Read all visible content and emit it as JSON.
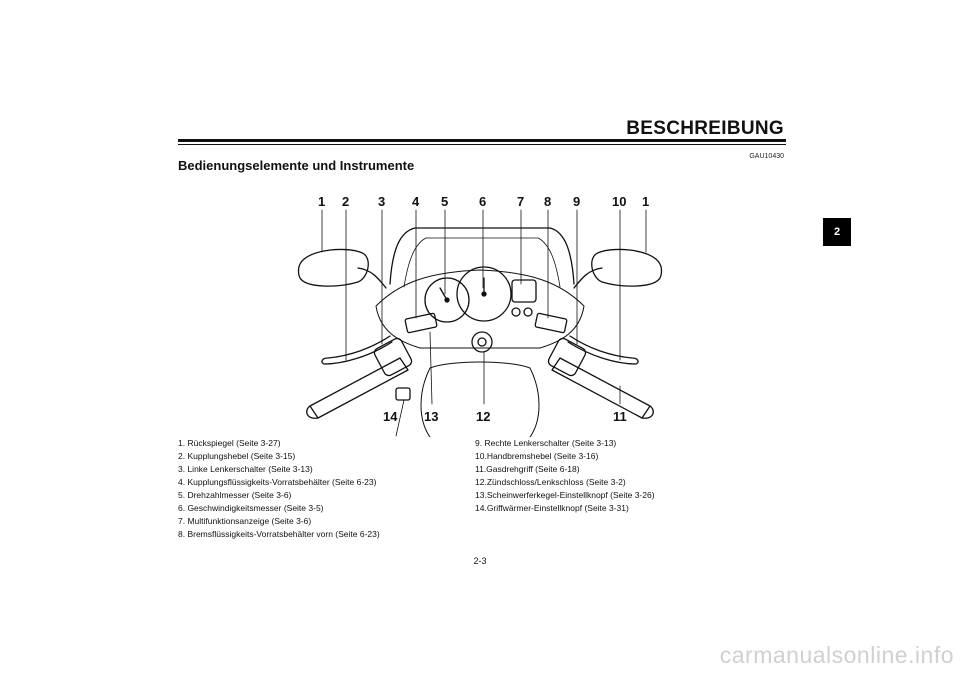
{
  "header": {
    "title": "BESCHREIBUNG",
    "code": "GAU10430",
    "subheading": "Bedienungselemente und Instrumente"
  },
  "chapter_tab": "2",
  "callouts": {
    "top": [
      "1",
      "2",
      "3",
      "4",
      "5",
      "6",
      "7",
      "8",
      "9",
      "10",
      "1"
    ],
    "bottom": [
      "14",
      "13",
      "12",
      "11"
    ]
  },
  "legend": {
    "left": [
      "1. Rückspiegel (Seite 3-27)",
      "2. Kupplungshebel (Seite 3-15)",
      "3. Linke Lenkerschalter (Seite 3-13)",
      "4. Kupplungsflüssigkeits-Vorratsbehälter (Seite 6-23)",
      "5. Drehzahlmesser (Seite 3-6)",
      "6. Geschwindigkeitsmesser (Seite 3-5)",
      "7. Multifunktionsanzeige (Seite 3-6)",
      "8. Bremsflüssigkeits-Vorratsbehälter vorn (Seite 6-23)"
    ],
    "right": [
      "9. Rechte Lenkerschalter (Seite 3-13)",
      "10.Handbremshebel (Seite 3-16)",
      "11.Gasdrehgriff (Seite 6-18)",
      "12.Zündschloss/Lenkschloss (Seite 3-2)",
      "13.Scheinwerferkegel-Einstellknopf (Seite 3-26)",
      "14.Griffwärmer-Einstellknopf (Seite 3-31)"
    ]
  },
  "page_number": "2-3",
  "watermark": "carmanualsonline.info"
}
